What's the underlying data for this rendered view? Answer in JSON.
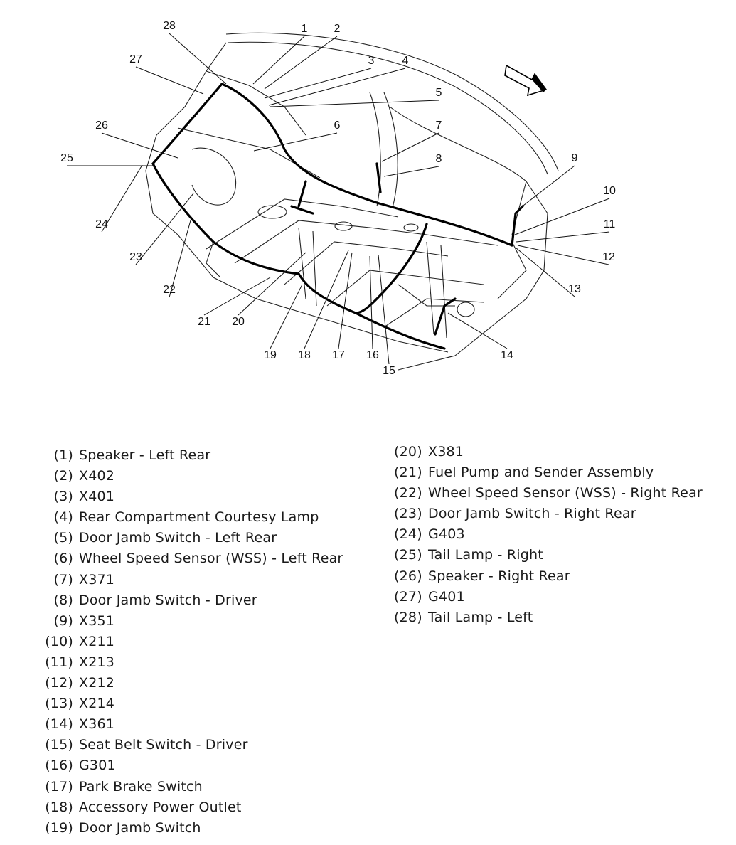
{
  "callouts": [
    "1",
    "2",
    "3",
    "4",
    "5",
    "6",
    "7",
    "8",
    "9",
    "10",
    "11",
    "12",
    "13",
    "14",
    "15",
    "16",
    "17",
    "18",
    "19",
    "20",
    "21",
    "22",
    "23",
    "24",
    "25",
    "26",
    "27",
    "28"
  ],
  "legend": [
    {
      "num": "(1)",
      "label": "Speaker - Left Rear"
    },
    {
      "num": "(2)",
      "label": "X402"
    },
    {
      "num": "(3)",
      "label": "X401"
    },
    {
      "num": "(4)",
      "label": "Rear Compartment Courtesy Lamp"
    },
    {
      "num": "(5)",
      "label": "Door Jamb Switch - Left Rear"
    },
    {
      "num": "(6)",
      "label": "Wheel Speed Sensor (WSS) - Left Rear"
    },
    {
      "num": "(7)",
      "label": "X371"
    },
    {
      "num": "(8)",
      "label": "Door Jamb Switch - Driver"
    },
    {
      "num": "(9)",
      "label": "X351"
    },
    {
      "num": "(10)",
      "label": "X211"
    },
    {
      "num": "(11)",
      "label": "X213"
    },
    {
      "num": "(12)",
      "label": "X212"
    },
    {
      "num": "(13)",
      "label": "X214"
    },
    {
      "num": "(14)",
      "label": "X361"
    },
    {
      "num": "(15)",
      "label": "Seat Belt Switch - Driver"
    },
    {
      "num": "(16)",
      "label": "G301"
    },
    {
      "num": "(17)",
      "label": "Park Brake Switch"
    },
    {
      "num": "(18)",
      "label": "Accessory Power Outlet"
    },
    {
      "num": "(19)",
      "label": "Door Jamb Switch"
    },
    {
      "num": "(20)",
      "label": "X381"
    },
    {
      "num": "(21)",
      "label": "Fuel Pump and Sender Assembly"
    },
    {
      "num": "(22)",
      "label": "Wheel Speed Sensor (WSS) - Right Rear"
    },
    {
      "num": "(23)",
      "label": "Door Jamb Switch - Right Rear"
    },
    {
      "num": "(24)",
      "label": "G403"
    },
    {
      "num": "(25)",
      "label": "Tail Lamp - Right"
    },
    {
      "num": "(26)",
      "label": "Speaker - Right Rear"
    },
    {
      "num": "(27)",
      "label": "G401"
    },
    {
      "num": "(28)",
      "label": "Tail Lamp - Left"
    }
  ]
}
